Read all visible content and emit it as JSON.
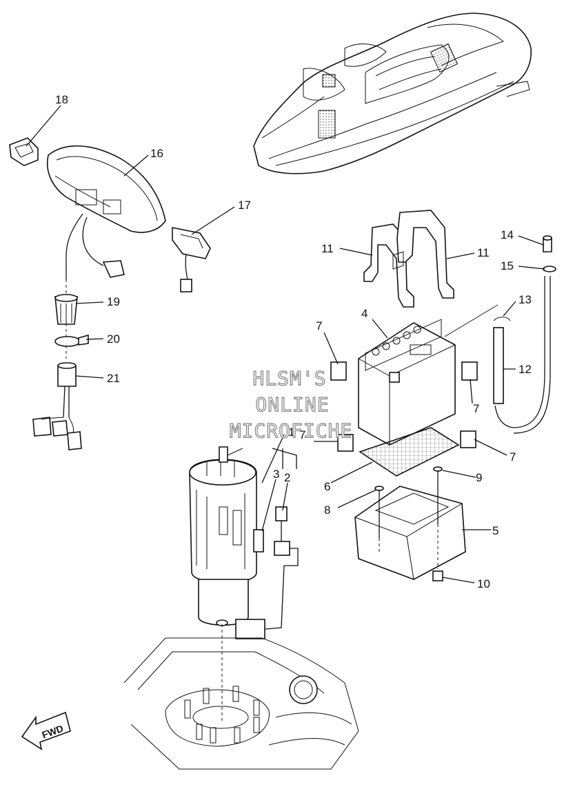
{
  "watermark": {
    "line1": "HLSM'S",
    "line2": "ONLINE",
    "line3": "MICROFICHE"
  },
  "fwd_label": "FWD",
  "callouts": [
    {
      "id": "c18",
      "label": "18"
    },
    {
      "id": "c16",
      "label": "16"
    },
    {
      "id": "c17",
      "label": "17"
    },
    {
      "id": "c19",
      "label": "19"
    },
    {
      "id": "c20",
      "label": "20"
    },
    {
      "id": "c21",
      "label": "21"
    },
    {
      "id": "c11a",
      "label": "11"
    },
    {
      "id": "c11b",
      "label": "11"
    },
    {
      "id": "c14",
      "label": "14"
    },
    {
      "id": "c15",
      "label": "15"
    },
    {
      "id": "c13",
      "label": "13"
    },
    {
      "id": "c12",
      "label": "12"
    },
    {
      "id": "c4",
      "label": "4"
    },
    {
      "id": "c7a",
      "label": "7"
    },
    {
      "id": "c7b",
      "label": "7"
    },
    {
      "id": "c7c",
      "label": "7"
    },
    {
      "id": "c7d",
      "label": "7"
    },
    {
      "id": "c1",
      "label": "1"
    },
    {
      "id": "c3",
      "label": "3"
    },
    {
      "id": "c2",
      "label": "2"
    },
    {
      "id": "c6",
      "label": "6"
    },
    {
      "id": "c9",
      "label": "9"
    },
    {
      "id": "c8",
      "label": "8"
    },
    {
      "id": "c5",
      "label": "5"
    },
    {
      "id": "c10",
      "label": "10"
    }
  ]
}
